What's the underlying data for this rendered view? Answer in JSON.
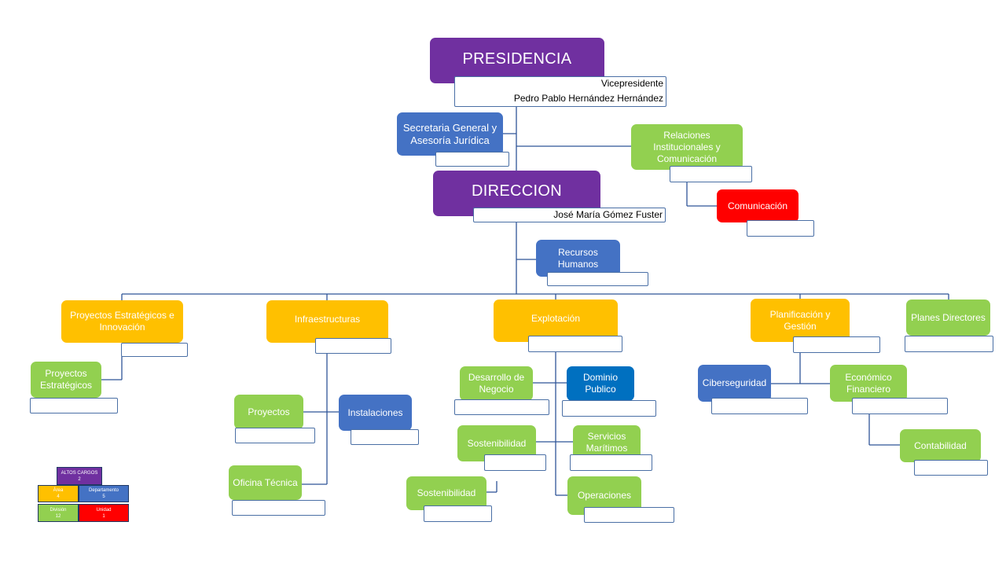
{
  "presidencia": {
    "title": "PRESIDENCIA",
    "role": "Vicepresidente",
    "person": "Pedro Pablo Hernández Hernández"
  },
  "direccion": {
    "title": "DIRECCION",
    "person": "José María Gómez  Fuster"
  },
  "nodes": {
    "secretaria": "Secretaria General y\nAsesoría Jurídica",
    "relaciones": "Relaciones\nInstitucionales y\nComunicación",
    "comunicacion": "Comunicación",
    "rrhh": "Recursos\nHumanos",
    "pei": "Proyectos Estratégicos e\nInnovación",
    "proyectos_estrategicos": "Proyectos\nEstratégicos",
    "infraestructuras": "Infraestructuras",
    "proyectos": "Proyectos",
    "instalaciones": "Instalaciones",
    "oficina_tecnica": "Oficina Técnica",
    "explotacion": "Explotación",
    "desarrollo_negocio": "Desarrollo de\nNegocio",
    "dominio_publico": "Dominio\nPublico",
    "sostenibilidad_1": "Sostenibilidad",
    "servicios_maritimos": "Servicios\nMarítimos",
    "sostenibilidad_2": "Sostenibilidad",
    "operaciones": "Operaciones",
    "planificacion": "Planificación y\nGestión",
    "ciberseguridad": "Ciberseguridad",
    "economico": "Económico\nFinanciero",
    "contabilidad": "Contabilidad",
    "planes_directores": "Planes Directores"
  },
  "legend": {
    "altos_cargos": {
      "label": "ALTOS CARGOS",
      "count": "2"
    },
    "area": {
      "label": "Área",
      "count": "4"
    },
    "departamento": {
      "label": "Departamento",
      "count": "5"
    },
    "division": {
      "label": "División",
      "count": "12"
    },
    "unidad": {
      "label": "Unidad",
      "count": "1"
    }
  },
  "colors": {
    "alto_cargo": "#7030a0",
    "area": "#ffc000",
    "departamento": "#4472c4",
    "division": "#92d050",
    "unidad": "#ff0000",
    "departamento_alt": "#0070c0",
    "connector": "#2f5597"
  }
}
